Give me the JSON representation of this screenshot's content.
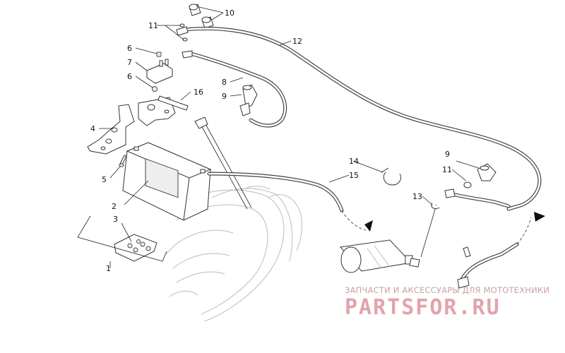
{
  "callouts": [
    {
      "id": "c1",
      "label": "1"
    },
    {
      "id": "c2",
      "label": "2"
    },
    {
      "id": "c3",
      "label": "3"
    },
    {
      "id": "c4",
      "label": "4"
    },
    {
      "id": "c5",
      "label": "5"
    },
    {
      "id": "c6a",
      "label": "6"
    },
    {
      "id": "c6b",
      "label": "6"
    },
    {
      "id": "c7",
      "label": "7"
    },
    {
      "id": "c8",
      "label": "8"
    },
    {
      "id": "c9a",
      "label": "9"
    },
    {
      "id": "c9b",
      "label": "9"
    },
    {
      "id": "c10",
      "label": "10"
    },
    {
      "id": "c11a",
      "label": "11"
    },
    {
      "id": "c11b",
      "label": "11"
    },
    {
      "id": "c12",
      "label": "12"
    },
    {
      "id": "c13",
      "label": "13"
    },
    {
      "id": "c14",
      "label": "14"
    },
    {
      "id": "c15",
      "label": "15"
    },
    {
      "id": "c16",
      "label": "16"
    }
  ],
  "watermark": {
    "subtitle": "ЗАПЧАСТИ И АКСЕССУАРЫ ДЛЯ МОТОТЕХНИКИ",
    "brand": "PARTSFOR.RU"
  },
  "colors": {
    "line": "#333333",
    "watermark": "#e3a3ab"
  }
}
